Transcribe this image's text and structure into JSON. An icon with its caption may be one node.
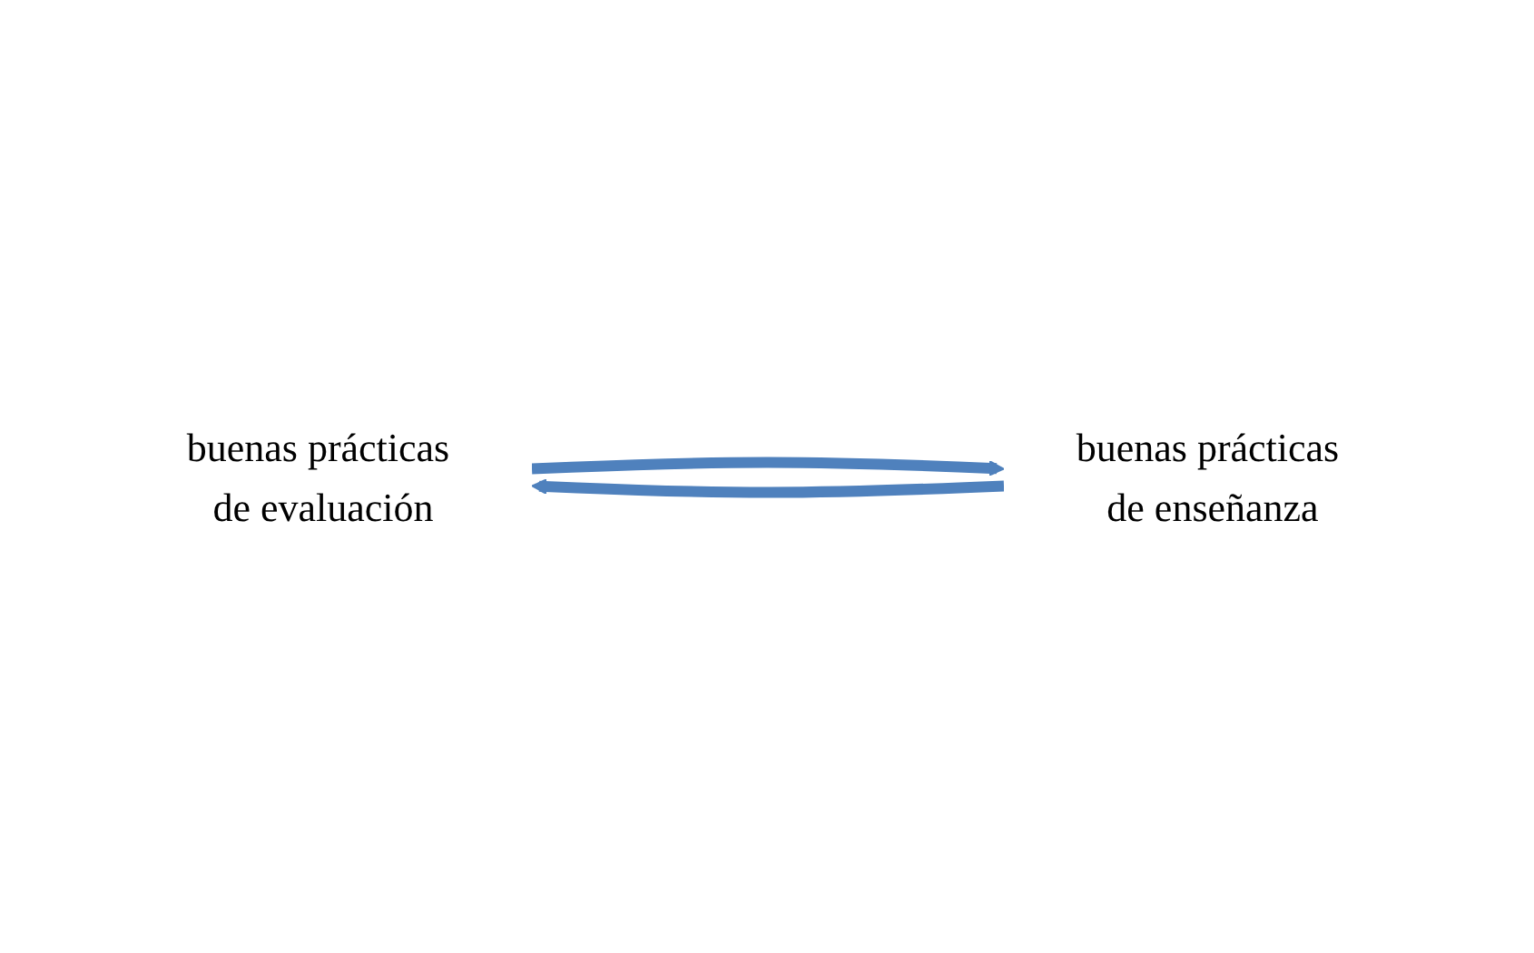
{
  "diagram": {
    "nodes": [
      {
        "text": [
          "buenas prácticas de evaluación"
        ]
      },
      {
        "text": [
          "buenas prácticas de enseñanza"
        ]
      }
    ],
    "edges": [
      {
        "from": 0,
        "to": 1,
        "arrow": "to"
      },
      {
        "from": 1,
        "to": 0,
        "arrow": "to"
      }
    ]
  }
}
